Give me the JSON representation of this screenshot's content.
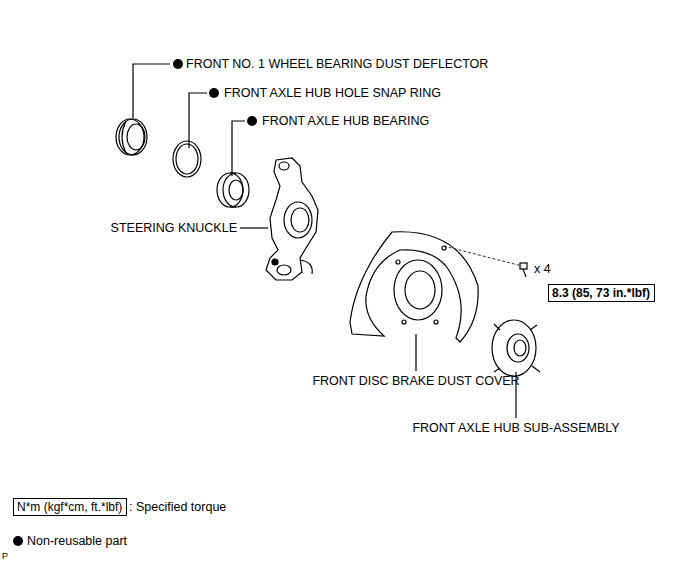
{
  "diagram": {
    "nodes": [
      {
        "text": [
          "8.3 (85, 73 in.*lbf)"
        ]
      },
      {
        "text": [
          "N*m (kgf*cm, ft.*lbf)"
        ]
      }
    ],
    "labels": [
      "FRONT NO. 1 WHEEL BEARING DUST DEFLECTOR",
      "FRONT AXLE HUB HOLE SNAP RING",
      "FRONT AXLE HUB BEARING",
      "STEERING KNUCKLE",
      "x 4",
      "FRONT DISC BRAKE DUST COVER",
      "FRONT AXLE HUB SUB-ASSEMBLY",
      "P"
    ],
    "legend": [
      {
        "text": ": Specified torque"
      },
      {
        "text": "Non-reusable part"
      }
    ]
  }
}
